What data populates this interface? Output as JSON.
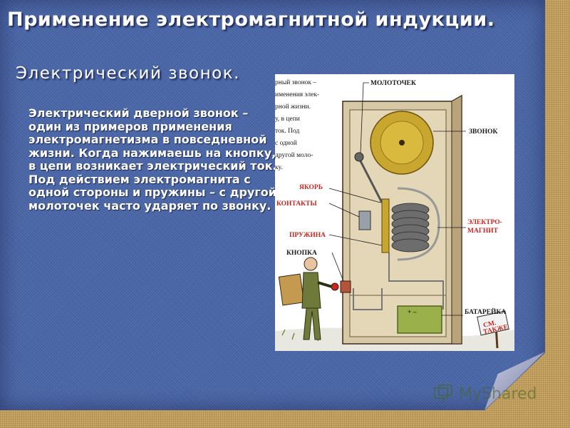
{
  "slide": {
    "title": "Применение электромагнитной индукции.",
    "subtitle": "Электрический звонок.",
    "body": "Электрический дверной звонок – один из примеров применения электромагнетизма в повседневной жизни. Когда нажимаешь на кнопку, в цепи возникает электрический ток. Под действием электромагнита с одной стороны и пружины – с другой молоточек часто ударяет по звонку."
  },
  "figure": {
    "caption_lines": [
      "рный звонок –",
      "именения элек-",
      "рной жизни.",
      "у, в цепи",
      "ток. Под",
      "с одной",
      "другой моло-",
      "ку."
    ],
    "labels": {
      "hammer": "МОЛОТОЧЕК",
      "bell": "ЗВОНОК",
      "armature": "ЯКОРЬ",
      "contacts": "КОНТАКТЫ",
      "spring": "ПРУЖИНА",
      "button": "КНОПКА",
      "electromagnet_1": "ЭЛЕКТРО-",
      "electromagnet_2": "МАГНИТ",
      "battery": "БАТАРЕЙКА",
      "battery_terminals": "+   –",
      "sign_1": "СМ.",
      "sign_2": "ТАКЖЕ"
    }
  },
  "watermark": {
    "text": "MyShared"
  },
  "colors": {
    "panel": "#4a67a8",
    "burlap": "#c7a666",
    "label_red": "#c8261e"
  }
}
